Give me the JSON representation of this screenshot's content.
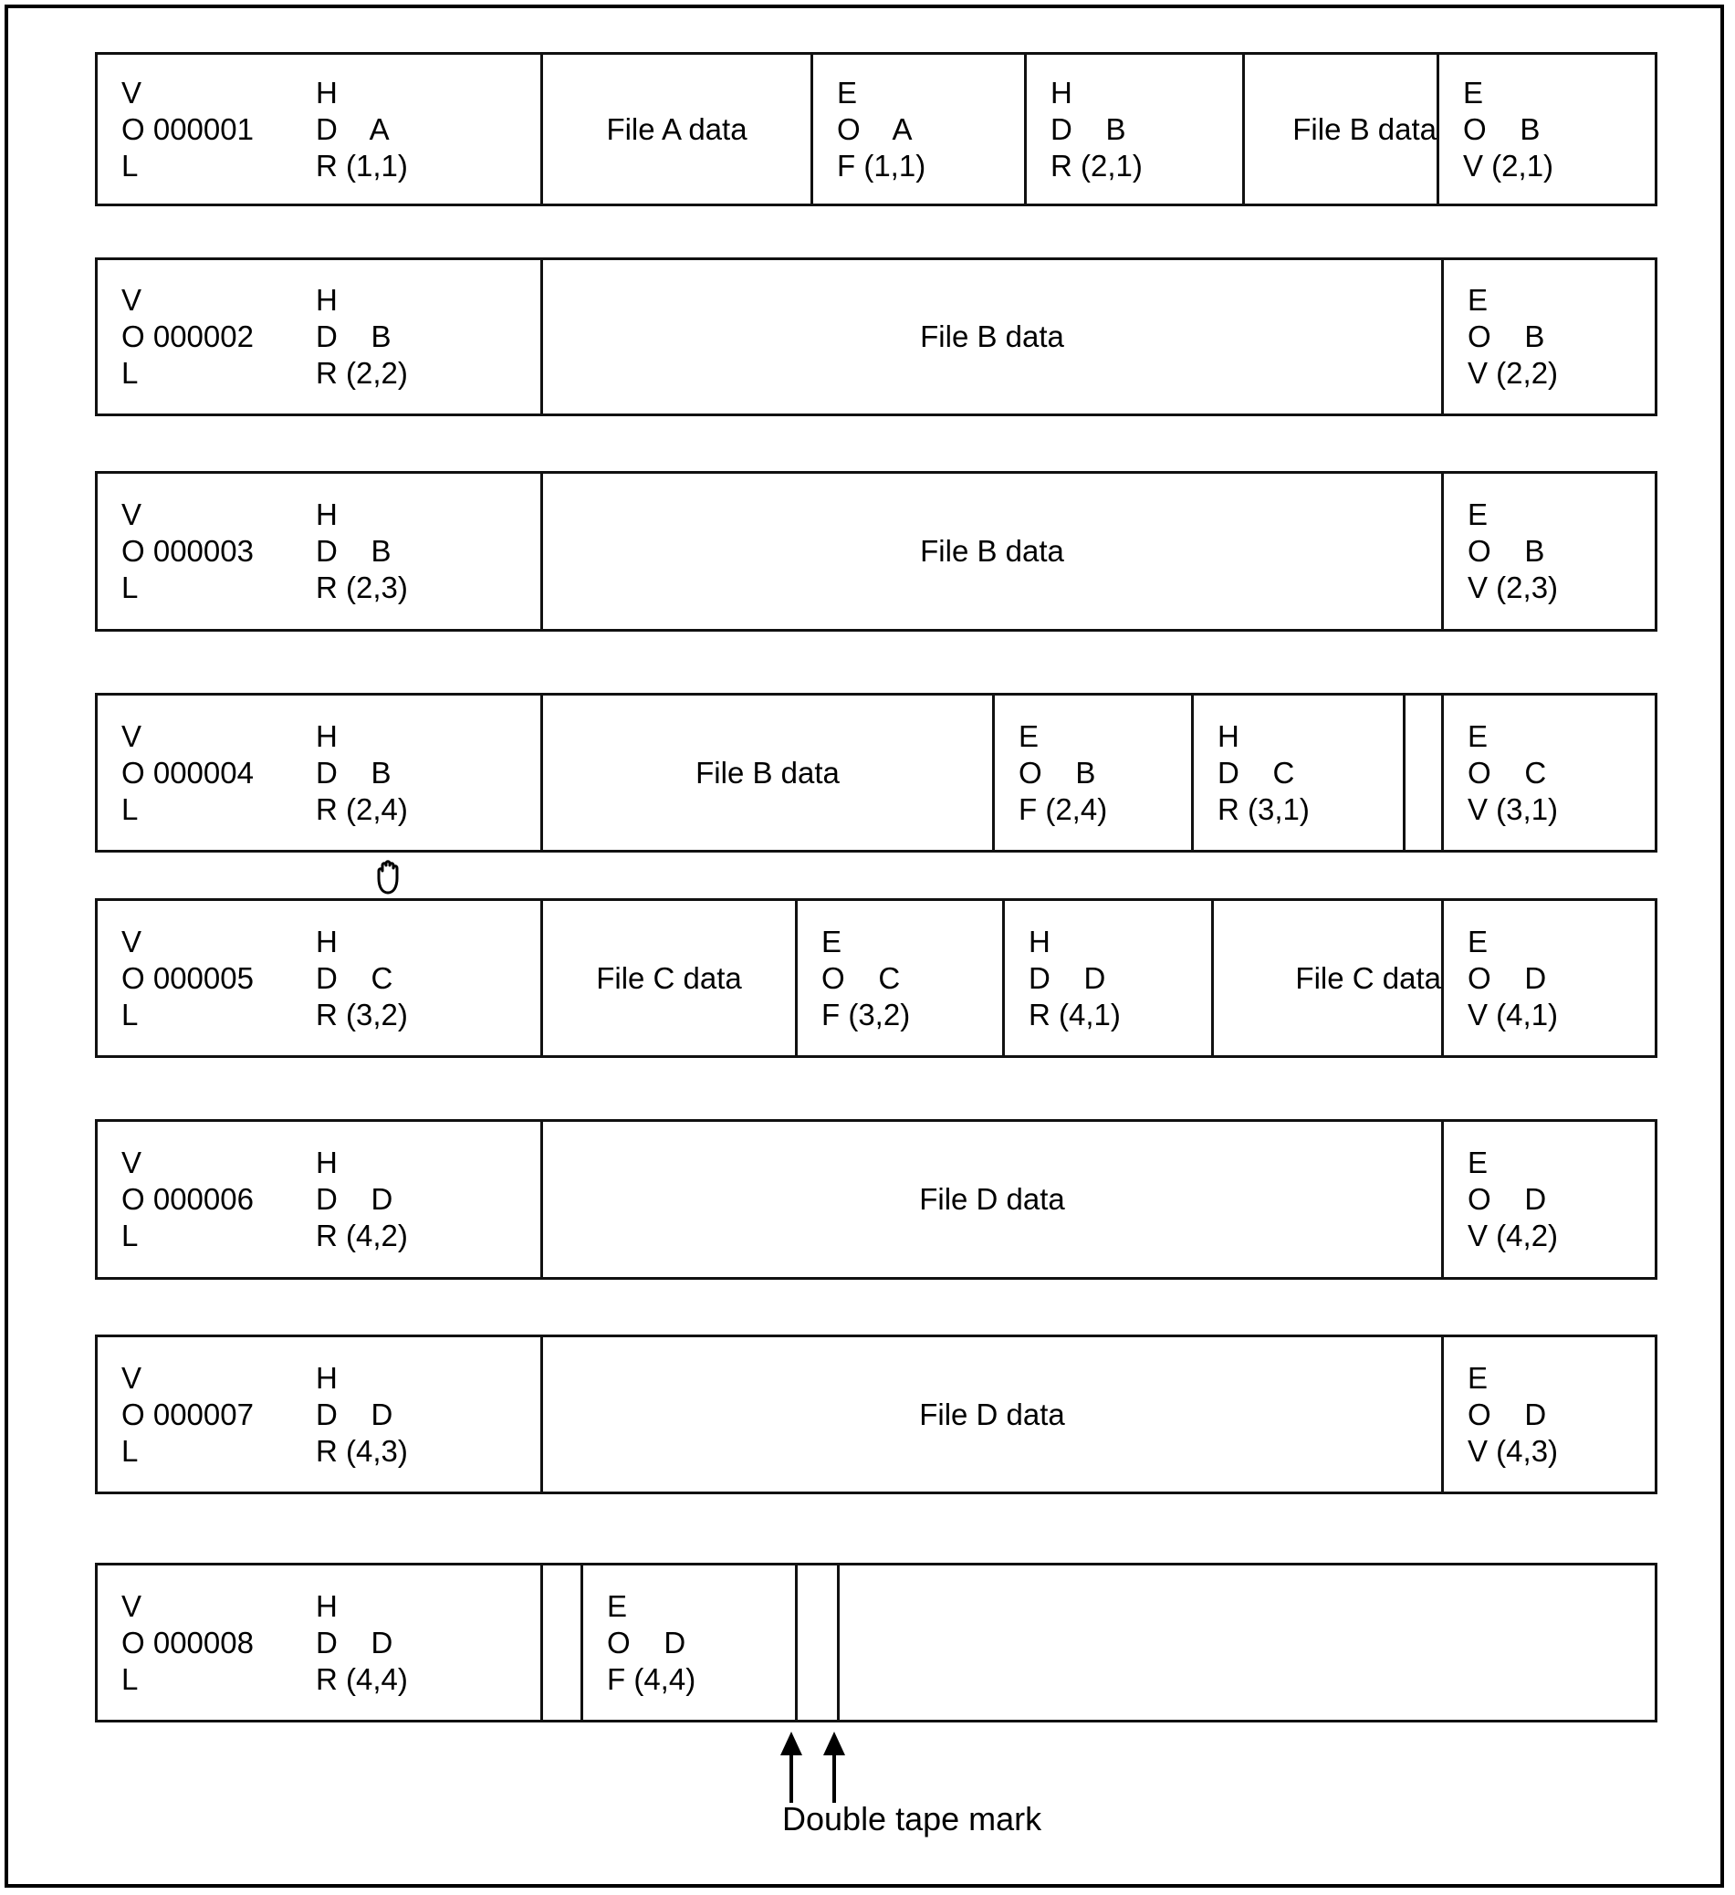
{
  "diagram": {
    "caption": "Double tape mark",
    "cursor_icon": "grabbing-hand-cursor",
    "rows": [
      {
        "id": "row-1",
        "cells": [
          {
            "kind": "label3",
            "l1": "V",
            "l2": "O 000001",
            "l3": "L",
            "r1": "H",
            "r2": "D    A",
            "r3": "R (1,1)"
          },
          {
            "kind": "text",
            "text": "File A data"
          },
          {
            "kind": "label3",
            "l1": "E",
            "l2": "O    A",
            "l3": "F (1,1)"
          },
          {
            "kind": "label3",
            "l1": "H",
            "l2": "D    B",
            "l3": "R (2,1)"
          },
          {
            "kind": "text-right",
            "text": "File B data"
          },
          {
            "kind": "label3",
            "l1": "E",
            "l2": "O    B",
            "l3": "V (2,1)"
          }
        ]
      },
      {
        "id": "row-2",
        "cells": [
          {
            "kind": "label3",
            "l1": "V",
            "l2": "O 000002",
            "l3": "L",
            "r1": "H",
            "r2": "D    B",
            "r3": "R (2,2)"
          },
          {
            "kind": "text",
            "text": "File B data"
          },
          {
            "kind": "label3",
            "l1": "E",
            "l2": "O    B",
            "l3": "V (2,2)"
          }
        ]
      },
      {
        "id": "row-3",
        "cells": [
          {
            "kind": "label3",
            "l1": "V",
            "l2": "O 000003",
            "l3": "L",
            "r1": "H",
            "r2": "D    B",
            "r3": "R (2,3)"
          },
          {
            "kind": "text",
            "text": "File B data"
          },
          {
            "kind": "label3",
            "l1": "E",
            "l2": "O    B",
            "l3": "V (2,3)"
          }
        ]
      },
      {
        "id": "row-4",
        "cells": [
          {
            "kind": "label3",
            "l1": "V",
            "l2": "O 000004",
            "l3": "L",
            "r1": "H",
            "r2": "D    B",
            "r3": "R (2,4)"
          },
          {
            "kind": "text",
            "text": "File B data"
          },
          {
            "kind": "label3",
            "l1": "E",
            "l2": "O    B",
            "l3": "F (2,4)"
          },
          {
            "kind": "label3",
            "l1": "H",
            "l2": "D    C",
            "l3": "R (3,1)"
          },
          {
            "kind": "empty",
            "text": ""
          },
          {
            "kind": "label3",
            "l1": "E",
            "l2": "O    C",
            "l3": "V (3,1)"
          }
        ]
      },
      {
        "id": "row-5",
        "cells": [
          {
            "kind": "label3",
            "l1": "V",
            "l2": "O 000005",
            "l3": "L",
            "r1": "H",
            "r2": "D    C",
            "r3": "R (3,2)"
          },
          {
            "kind": "text",
            "text": "File C data"
          },
          {
            "kind": "label3",
            "l1": "E",
            "l2": "O    C",
            "l3": "F (3,2)"
          },
          {
            "kind": "label3",
            "l1": "H",
            "l2": "D    D",
            "l3": "R (4,1)"
          },
          {
            "kind": "text-right",
            "text": "File C data"
          },
          {
            "kind": "label3",
            "l1": "E",
            "l2": "O    D",
            "l3": "V (4,1)"
          }
        ]
      },
      {
        "id": "row-6",
        "cells": [
          {
            "kind": "label3",
            "l1": "V",
            "l2": "O 000006",
            "l3": "L",
            "r1": "H",
            "r2": "D    D",
            "r3": "R (4,2)"
          },
          {
            "kind": "text",
            "text": "File D data"
          },
          {
            "kind": "label3",
            "l1": "E",
            "l2": "O    D",
            "l3": "V (4,2)"
          }
        ]
      },
      {
        "id": "row-7",
        "cells": [
          {
            "kind": "label3",
            "l1": "V",
            "l2": "O 000007",
            "l3": "L",
            "r1": "H",
            "r2": "D    D",
            "r3": "R (4,3)"
          },
          {
            "kind": "text",
            "text": "File D data"
          },
          {
            "kind": "label3",
            "l1": "E",
            "l2": "O    D",
            "l3": "V (4,3)"
          }
        ]
      },
      {
        "id": "row-8",
        "cells": [
          {
            "kind": "label3",
            "l1": "V",
            "l2": "O 000008",
            "l3": "L",
            "r1": "H",
            "r2": "D    D",
            "r3": "R (4,4)"
          },
          {
            "kind": "empty",
            "text": ""
          },
          {
            "kind": "label3",
            "l1": "E",
            "l2": "O    D",
            "l3": "F (4,4)"
          },
          {
            "kind": "empty",
            "text": ""
          },
          {
            "kind": "empty-open",
            "text": ""
          }
        ]
      }
    ]
  }
}
